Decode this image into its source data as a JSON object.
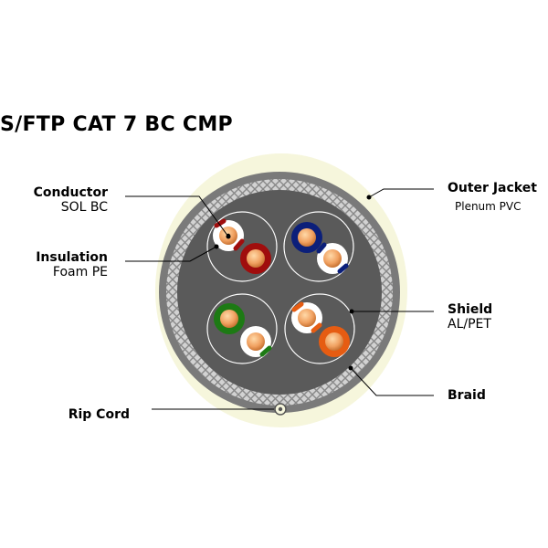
{
  "title": "S/FTP CAT 7 BC CMP",
  "labels": {
    "conductor": {
      "name": "Conductor",
      "detail": "SOL BC"
    },
    "insulation": {
      "name": "Insulation",
      "detail": "Foam PE"
    },
    "rip_cord": {
      "name": "Rip Cord"
    },
    "outer_jacket": {
      "name": "Outer Jacket",
      "detail": "Plenum PVC"
    },
    "shield": {
      "name": "Shield",
      "detail": "AL/PET"
    },
    "braid": {
      "name": "Braid"
    }
  },
  "colors": {
    "jacket": "#f6f6dc",
    "braid": "#cccccc",
    "core": "#5a5a5a",
    "pair_brown": "#a00d0d",
    "pair_blue": "#0b1f7a",
    "pair_green": "#1d7a14",
    "pair_orange": "#e65c12",
    "copper": "#f0a060"
  }
}
